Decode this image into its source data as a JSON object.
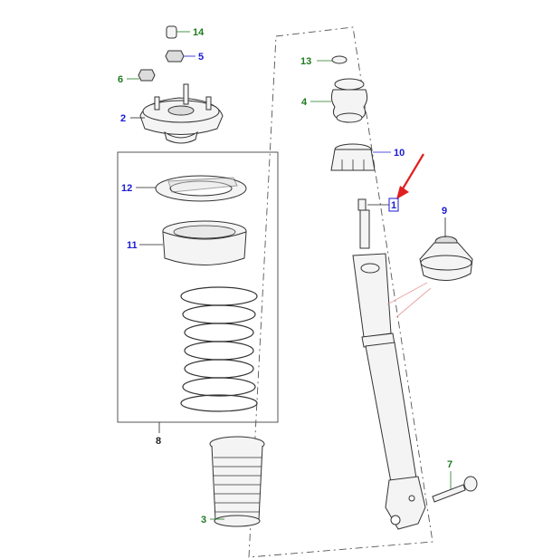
{
  "diagram": {
    "colors": {
      "label_blue": "#1a1ad6",
      "label_green": "#1f7a1f",
      "label_black": "#222222",
      "arrow_red": "#e02020",
      "line_pink": "#e8a0a0"
    },
    "labels": {
      "p1": "1",
      "p2": "2",
      "p3": "3",
      "p4": "4",
      "p5": "5",
      "p6": "6",
      "p7": "7",
      "p8": "8",
      "p9": "9",
      "p10": "10",
      "p11": "11",
      "p12": "12",
      "p13": "13",
      "p14": "14"
    }
  }
}
